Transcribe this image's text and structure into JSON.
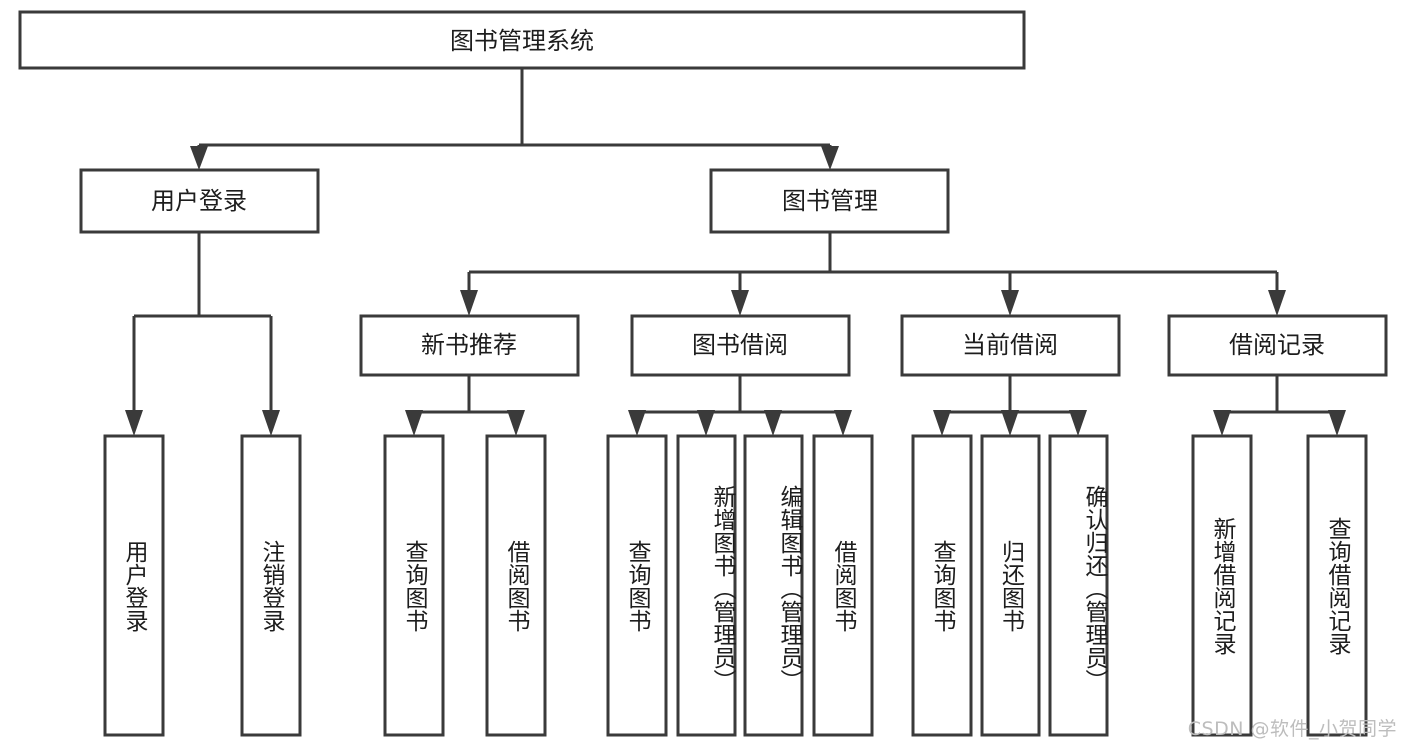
{
  "diagram": {
    "title": "图书管理系统",
    "watermark": "CSDN @软件_小贺同学",
    "type": "tree",
    "colors": {
      "stroke": "#3a3a3a",
      "fill": "#ffffff",
      "text": "#1d1d1d",
      "watermark": "#bdbdbd"
    },
    "root": {
      "id": "root",
      "label": "图书管理系统"
    },
    "level2": [
      {
        "id": "user-login",
        "label": "用户登录"
      },
      {
        "id": "book-manage",
        "label": "图书管理"
      }
    ],
    "level3": [
      {
        "id": "new-book-rec",
        "label": "新书推荐"
      },
      {
        "id": "book-borrow",
        "label": "图书借阅"
      },
      {
        "id": "current-borrow",
        "label": "当前借阅"
      },
      {
        "id": "borrow-record",
        "label": "借阅记录"
      }
    ],
    "leaves": {
      "user_login": [
        {
          "id": "leaf-user-login",
          "label": "用户登录"
        },
        {
          "id": "leaf-logout",
          "label": "注销登录"
        }
      ],
      "new_book_rec": [
        {
          "id": "leaf-query-book-1",
          "label": "查询图书"
        },
        {
          "id": "leaf-borrow-book-1",
          "label": "借阅图书"
        }
      ],
      "book_borrow": [
        {
          "id": "leaf-query-book-2",
          "label": "查询图书"
        },
        {
          "id": "leaf-add-book",
          "label": "新增图书（管理员）"
        },
        {
          "id": "leaf-edit-book",
          "label": "编辑图书（管理员）"
        },
        {
          "id": "leaf-borrow-book-2",
          "label": "借阅图书"
        }
      ],
      "current_borrow": [
        {
          "id": "leaf-query-book-3",
          "label": "查询图书"
        },
        {
          "id": "leaf-return-book",
          "label": "归还图书"
        },
        {
          "id": "leaf-confirm-return",
          "label": "确认归还（管理员）"
        }
      ],
      "borrow_record": [
        {
          "id": "leaf-add-record",
          "label": "新增借阅记录"
        },
        {
          "id": "leaf-query-record",
          "label": "查询借阅记录"
        }
      ]
    }
  }
}
